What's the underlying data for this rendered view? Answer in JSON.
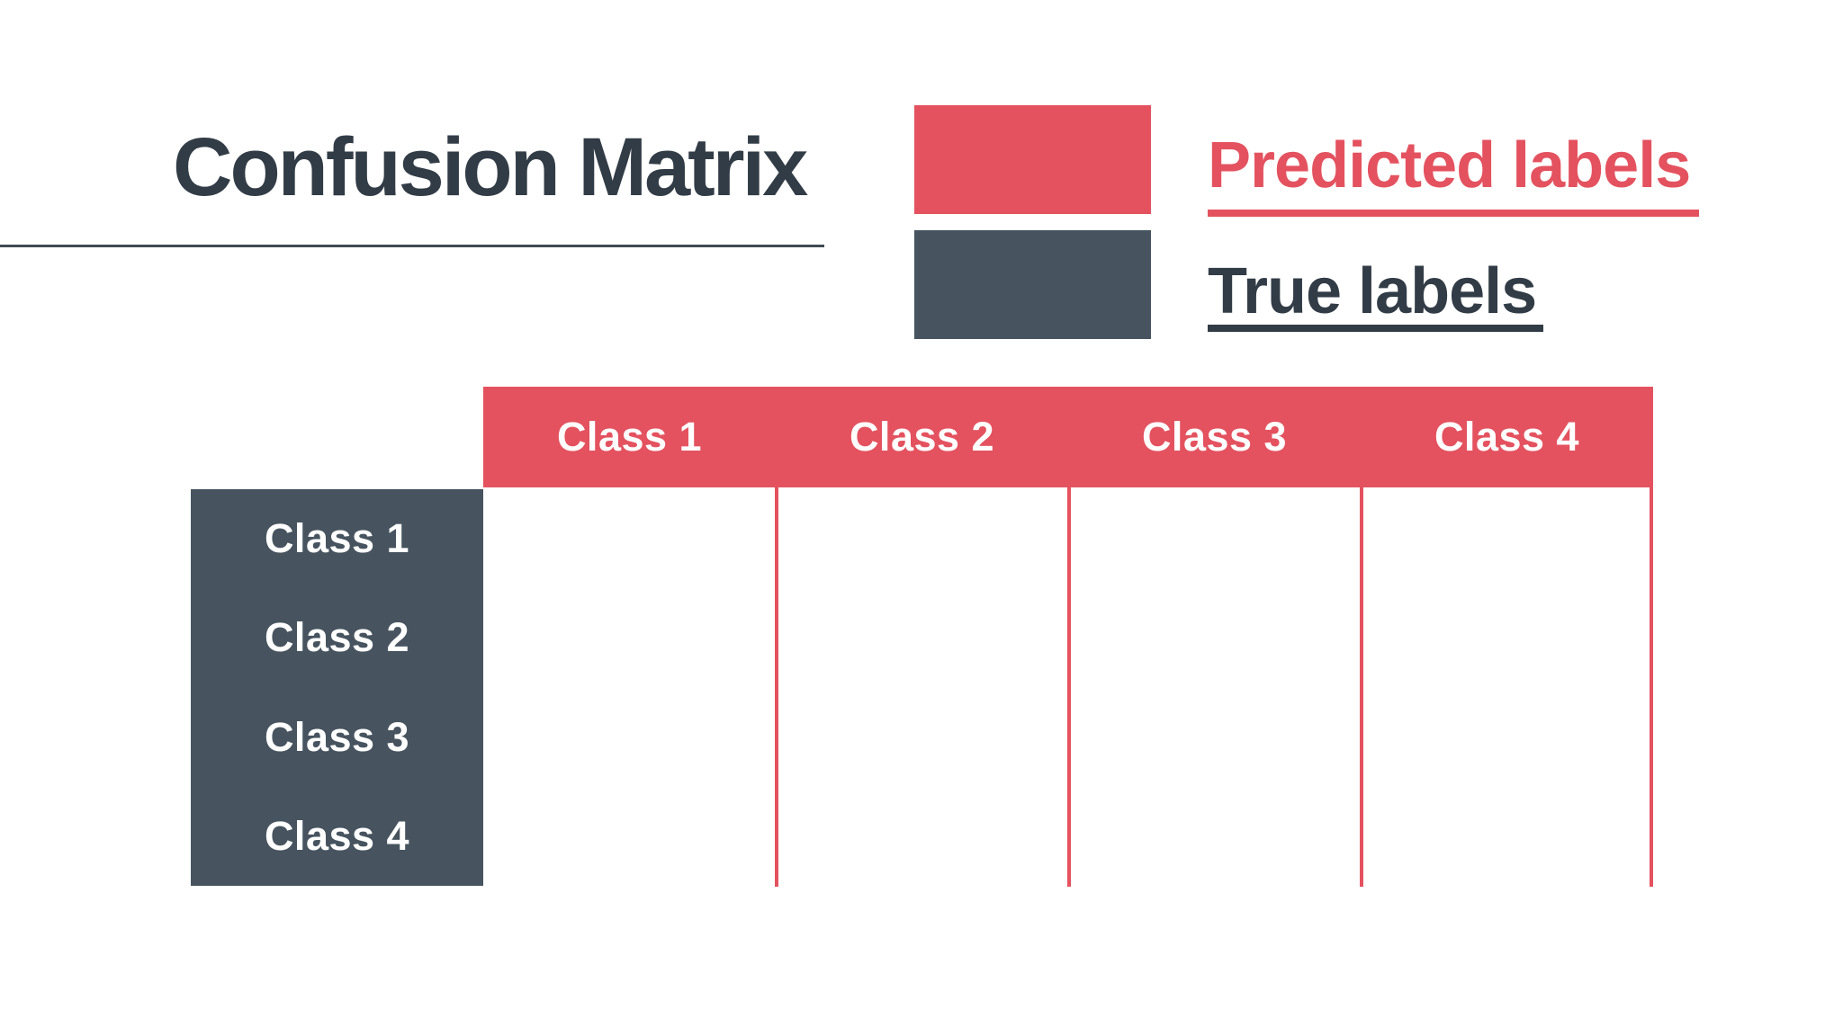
{
  "title": "Confusion Matrix",
  "legend": {
    "predicted": "Predicted labels",
    "true": "True labels"
  },
  "matrix": {
    "columns": [
      "Class 1",
      "Class 2",
      "Class 3",
      "Class 4"
    ],
    "rows": [
      "Class 1",
      "Class 2",
      "Class 3",
      "Class 4"
    ]
  },
  "colors": {
    "predicted_red": "#e4525f",
    "true_slate": "#47545f",
    "title_text": "#323c46",
    "rule_dark": "#3f4a52",
    "background": "#ffffff"
  }
}
